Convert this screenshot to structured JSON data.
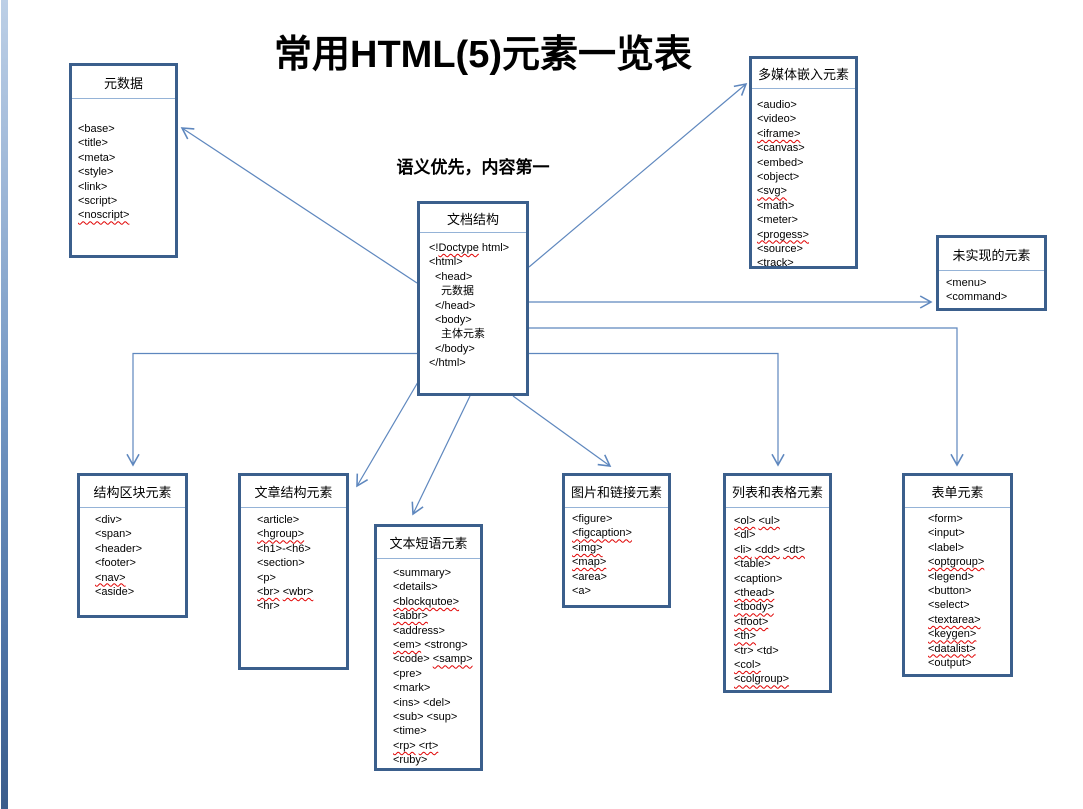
{
  "title": "常用HTML(5)元素一览表",
  "subtitle": "语义优先，内容第一",
  "colors": {
    "box_border": "#3b5f8c",
    "title_separator": "#95b3d7",
    "connector": "#5e87be",
    "spellcheck_underline": "#e00000",
    "left_strip": "#4d72a4",
    "text": "#000000"
  },
  "connections": [
    {
      "from": "docstructure",
      "to": "metadata"
    },
    {
      "from": "docstructure",
      "to": "multimedia"
    },
    {
      "from": "docstructure",
      "to": "notimplemented"
    },
    {
      "from": "docstructure",
      "to": "form"
    },
    {
      "from": "docstructure",
      "to": "listtable"
    },
    {
      "from": "docstructure",
      "to": "structblock"
    },
    {
      "from": "docstructure",
      "to": "articlestruct"
    },
    {
      "from": "docstructure",
      "to": "textphrase"
    },
    {
      "from": "docstructure",
      "to": "imglink"
    }
  ],
  "boxes": [
    {
      "id": "metadata",
      "title": "元数据",
      "items": [
        {
          "parts": [
            {
              "t": "<base>"
            }
          ]
        },
        {
          "parts": [
            {
              "t": "<title>"
            }
          ]
        },
        {
          "parts": [
            {
              "t": "<meta>"
            }
          ]
        },
        {
          "parts": [
            {
              "t": "<style>"
            }
          ]
        },
        {
          "parts": [
            {
              "t": "<link>"
            }
          ]
        },
        {
          "parts": [
            {
              "t": "<script>"
            }
          ]
        },
        {
          "parts": [
            {
              "t": "<noscript>",
              "w": true
            }
          ]
        }
      ]
    },
    {
      "id": "docstructure",
      "title": "文档结构",
      "items": [
        {
          "parts": [
            {
              "t": "<!"
            },
            {
              "t": "Doctype",
              "w": true
            },
            {
              "t": " html>"
            }
          ]
        },
        {
          "parts": [
            {
              "t": "<html>"
            }
          ]
        },
        {
          "parts": [
            {
              "t": "<head>"
            }
          ],
          "indent": 1
        },
        {
          "parts": [
            {
              "t": "元数据"
            }
          ],
          "indent": 2
        },
        {
          "parts": [
            {
              "t": "</head>"
            }
          ],
          "indent": 1
        },
        {
          "parts": [
            {
              "t": "<body>"
            }
          ],
          "indent": 1
        },
        {
          "parts": [
            {
              "t": "主体元素"
            }
          ],
          "indent": 2
        },
        {
          "parts": [
            {
              "t": "</body>"
            }
          ],
          "indent": 1
        },
        {
          "parts": [
            {
              "t": "</html>"
            }
          ]
        }
      ]
    },
    {
      "id": "multimedia",
      "title": "多媒体嵌入元素",
      "items": [
        {
          "parts": [
            {
              "t": "<audio>"
            }
          ]
        },
        {
          "parts": [
            {
              "t": "<video>"
            }
          ]
        },
        {
          "parts": [
            {
              "t": "<iframe>",
              "w": true
            }
          ]
        },
        {
          "parts": [
            {
              "t": "<canvas>"
            }
          ]
        },
        {
          "parts": [
            {
              "t": "<embed>"
            }
          ]
        },
        {
          "parts": [
            {
              "t": "<object>"
            }
          ]
        },
        {
          "parts": [
            {
              "t": "<svg>",
              "w": true
            }
          ]
        },
        {
          "parts": [
            {
              "t": "<math>"
            }
          ]
        },
        {
          "parts": [
            {
              "t": "<meter>"
            }
          ]
        },
        {
          "parts": [
            {
              "t": "<progess>",
              "w": true
            }
          ]
        },
        {
          "parts": [
            {
              "t": "<source>"
            }
          ]
        },
        {
          "parts": [
            {
              "t": "<track>"
            }
          ]
        }
      ]
    },
    {
      "id": "notimplemented",
      "title": "未实现的元素",
      "items": [
        {
          "parts": [
            {
              "t": "<menu>"
            }
          ]
        },
        {
          "parts": [
            {
              "t": "<command>"
            }
          ]
        }
      ]
    },
    {
      "id": "structblock",
      "title": "结构区块元素",
      "items": [
        {
          "parts": [
            {
              "t": "<div>"
            }
          ]
        },
        {
          "parts": [
            {
              "t": "<span>"
            }
          ]
        },
        {
          "parts": [
            {
              "t": "<header>"
            }
          ]
        },
        {
          "parts": [
            {
              "t": "<footer>"
            }
          ]
        },
        {
          "parts": [
            {
              "t": "<nav>",
              "w": true
            }
          ]
        },
        {
          "parts": [
            {
              "t": "<aside>"
            }
          ]
        }
      ]
    },
    {
      "id": "articlestruct",
      "title": "文章结构元素",
      "items": [
        {
          "parts": [
            {
              "t": "<article>"
            }
          ]
        },
        {
          "parts": [
            {
              "t": "<hgroup>",
              "w": true
            }
          ]
        },
        {
          "parts": [
            {
              "t": "<h1>-<h6>"
            }
          ]
        },
        {
          "parts": [
            {
              "t": "<section>"
            }
          ]
        },
        {
          "parts": [
            {
              "t": "<p>"
            }
          ]
        },
        {
          "parts": [
            {
              "t": "<br>",
              "w": true
            },
            {
              "t": "  "
            },
            {
              "t": "<wbr>",
              "w": true
            }
          ]
        },
        {
          "parts": [
            {
              "t": "<hr>"
            }
          ]
        }
      ]
    },
    {
      "id": "textphrase",
      "title": "文本短语元素",
      "items": [
        {
          "parts": [
            {
              "t": "<summary>"
            }
          ]
        },
        {
          "parts": [
            {
              "t": "<details>"
            }
          ]
        },
        {
          "parts": [
            {
              "t": "<blockqutoe>",
              "w": true
            }
          ]
        },
        {
          "parts": [
            {
              "t": "<abbr>",
              "w": true
            }
          ]
        },
        {
          "parts": [
            {
              "t": "<address>"
            }
          ]
        },
        {
          "parts": [
            {
              "t": "<em>",
              "w": true
            },
            {
              "t": "  "
            },
            {
              "t": "<strong>"
            }
          ]
        },
        {
          "parts": [
            {
              "t": "<code>"
            },
            {
              "t": "  "
            },
            {
              "t": "<samp>",
              "w": true
            }
          ]
        },
        {
          "parts": [
            {
              "t": "<pre>"
            }
          ]
        },
        {
          "parts": [
            {
              "t": "<mark>"
            }
          ]
        },
        {
          "parts": [
            {
              "t": "<ins>"
            },
            {
              "t": "  "
            },
            {
              "t": "<del>"
            }
          ]
        },
        {
          "parts": [
            {
              "t": "<sub>"
            },
            {
              "t": " "
            },
            {
              "t": "<sup>"
            }
          ]
        },
        {
          "parts": [
            {
              "t": "<time>"
            }
          ]
        },
        {
          "parts": [
            {
              "t": "<rp>",
              "w": true
            },
            {
              "t": " "
            },
            {
              "t": "<rt>",
              "w": true
            }
          ]
        },
        {
          "parts": [
            {
              "t": "<ruby>"
            }
          ]
        }
      ]
    },
    {
      "id": "imglink",
      "title": "图片和链接元素",
      "items": [
        {
          "parts": [
            {
              "t": "<figure>"
            }
          ]
        },
        {
          "parts": [
            {
              "t": "<figcaption>",
              "w": true
            }
          ]
        },
        {
          "parts": [
            {
              "t": "<img>",
              "w": true
            }
          ]
        },
        {
          "parts": [
            {
              "t": "<map>",
              "w": true
            }
          ]
        },
        {
          "parts": [
            {
              "t": "<area>"
            }
          ]
        },
        {
          "parts": [
            {
              "t": "<a>"
            }
          ]
        }
      ]
    },
    {
      "id": "listtable",
      "title": "列表和表格元素",
      "items": [
        {
          "parts": [
            {
              "t": "<ol>",
              "w": true
            },
            {
              "t": "  "
            },
            {
              "t": "<ul>",
              "w": true
            }
          ]
        },
        {
          "parts": [
            {
              "t": "<dl>"
            }
          ]
        },
        {
          "parts": [
            {
              "t": "<li>",
              "w": true
            },
            {
              "t": "  "
            },
            {
              "t": "<dd>",
              "w": true
            },
            {
              "t": "  "
            },
            {
              "t": "<dt>",
              "w": true
            }
          ]
        },
        {
          "parts": [
            {
              "t": "<table>"
            }
          ]
        },
        {
          "parts": [
            {
              "t": "<caption>"
            }
          ]
        },
        {
          "parts": [
            {
              "t": "<thead>",
              "w": true
            }
          ]
        },
        {
          "parts": [
            {
              "t": "<tbody>",
              "w": true
            }
          ]
        },
        {
          "parts": [
            {
              "t": "<tfoot>",
              "w": true
            }
          ]
        },
        {
          "parts": [
            {
              "t": "<th>",
              "w": true
            }
          ]
        },
        {
          "parts": [
            {
              "t": "<tr>"
            },
            {
              "t": "  "
            },
            {
              "t": "<td>"
            }
          ]
        },
        {
          "parts": [
            {
              "t": "<col>",
              "w": true
            }
          ]
        },
        {
          "parts": [
            {
              "t": "<colgroup>",
              "w": true
            }
          ]
        }
      ]
    },
    {
      "id": "form",
      "title": "表单元素",
      "items": [
        {
          "parts": [
            {
              "t": "<form>"
            }
          ]
        },
        {
          "parts": [
            {
              "t": "<input>"
            }
          ]
        },
        {
          "parts": [
            {
              "t": "<label>"
            }
          ]
        },
        {
          "parts": [
            {
              "t": "<optgroup>",
              "w": true
            }
          ]
        },
        {
          "parts": [
            {
              "t": "<legend>"
            }
          ]
        },
        {
          "parts": [
            {
              "t": "<button>"
            }
          ]
        },
        {
          "parts": [
            {
              "t": "<select>"
            }
          ]
        },
        {
          "parts": [
            {
              "t": "<textarea>",
              "w": true
            }
          ]
        },
        {
          "parts": [
            {
              "t": "<keygen>",
              "w": true
            }
          ]
        },
        {
          "parts": [
            {
              "t": "<datalist>",
              "w": true
            }
          ]
        },
        {
          "parts": [
            {
              "t": "<output>"
            }
          ]
        }
      ]
    }
  ]
}
